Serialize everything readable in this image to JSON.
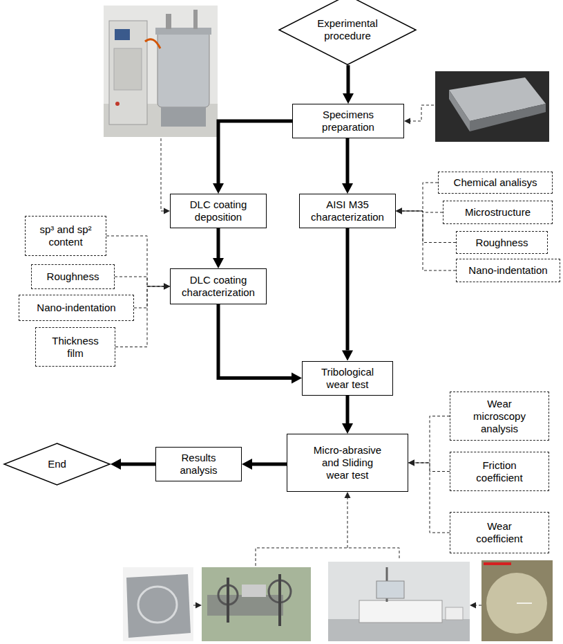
{
  "diagram": {
    "nodes": [
      {
        "text": [
          "Experimental procedure"
        ]
      },
      {
        "text": [
          "Specimens preparation"
        ]
      },
      {
        "text": [
          "DLC coating deposition"
        ]
      },
      {
        "text": [
          "AISI M35 characterization"
        ]
      },
      {
        "text": [
          "Chemical analisys"
        ]
      },
      {
        "text": [
          "Microstructure"
        ]
      },
      {
        "text": [
          "Roughness"
        ]
      },
      {
        "text": [
          "Nano-indentation"
        ]
      },
      {
        "text": [
          "sp³ and sp² content"
        ]
      },
      {
        "text": [
          "Roughness"
        ]
      },
      {
        "text": [
          "Nano-indentation"
        ]
      },
      {
        "text": [
          "Thickness film"
        ]
      },
      {
        "text": [
          "DLC coating characterization"
        ]
      },
      {
        "text": [
          "Tribological wear test"
        ]
      },
      {
        "text": [
          "Micro-abrasive and Sliding wear test"
        ]
      },
      {
        "text": [
          "Wear microscopy analysis"
        ]
      },
      {
        "text": [
          "Friction coefficient"
        ]
      },
      {
        "text": [
          "Wear coefficient"
        ]
      },
      {
        "text": [
          "Results analysis"
        ]
      },
      {
        "text": [
          "End"
        ]
      }
    ],
    "edges": [
      {
        "from": 0,
        "to": 1,
        "arrow": "to"
      },
      {
        "from": 1,
        "to": 2,
        "arrow": "to"
      },
      {
        "from": 1,
        "to": 3,
        "arrow": "to"
      },
      {
        "from": 2,
        "to": 12,
        "arrow": "to"
      },
      {
        "from": 3,
        "to": 13,
        "arrow": "to"
      },
      {
        "from": 12,
        "to": 13,
        "arrow": "to"
      },
      {
        "from": 13,
        "to": 14,
        "arrow": "to"
      },
      {
        "from": 14,
        "to": 18,
        "arrow": "to"
      },
      {
        "from": 18,
        "to": 19,
        "arrow": "to"
      },
      {
        "from": 4,
        "to": 3,
        "arrow": "to"
      },
      {
        "from": 5,
        "to": 3,
        "arrow": "to"
      },
      {
        "from": 6,
        "to": 3,
        "arrow": "to"
      },
      {
        "from": 7,
        "to": 3,
        "arrow": "to"
      },
      {
        "from": 8,
        "to": 12,
        "arrow": "to"
      },
      {
        "from": 9,
        "to": 12,
        "arrow": "to"
      },
      {
        "from": 10,
        "to": 12,
        "arrow": "to"
      },
      {
        "from": 11,
        "to": 12,
        "arrow": "to"
      },
      {
        "from": 15,
        "to": 14,
        "arrow": "to"
      },
      {
        "from": 16,
        "to": 14,
        "arrow": "to"
      },
      {
        "from": 17,
        "to": 14,
        "arrow": "to"
      }
    ]
  }
}
